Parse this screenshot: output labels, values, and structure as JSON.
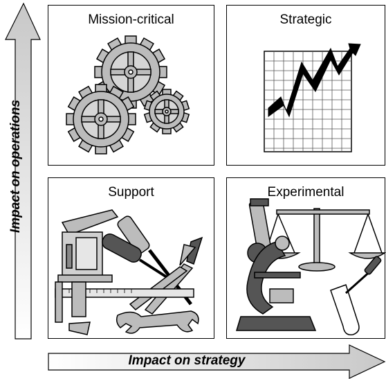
{
  "axes": {
    "vertical_label": "Impact on operations",
    "horizontal_label": "Impact on strategy"
  },
  "quadrants": {
    "top_left": {
      "title": "Mission-critical",
      "icon": "gears-icon"
    },
    "top_right": {
      "title": "Strategic",
      "icon": "rising-chart-icon"
    },
    "bottom_left": {
      "title": "Support",
      "icon": "tools-icon"
    },
    "bottom_right": {
      "title": "Experimental",
      "icon": "lab-equipment-icon"
    }
  },
  "colors": {
    "stroke": "#000000",
    "gray": "#bcbcbc",
    "gradient_start": "#ffffff",
    "gradient_end": "#c8c8c8"
  }
}
